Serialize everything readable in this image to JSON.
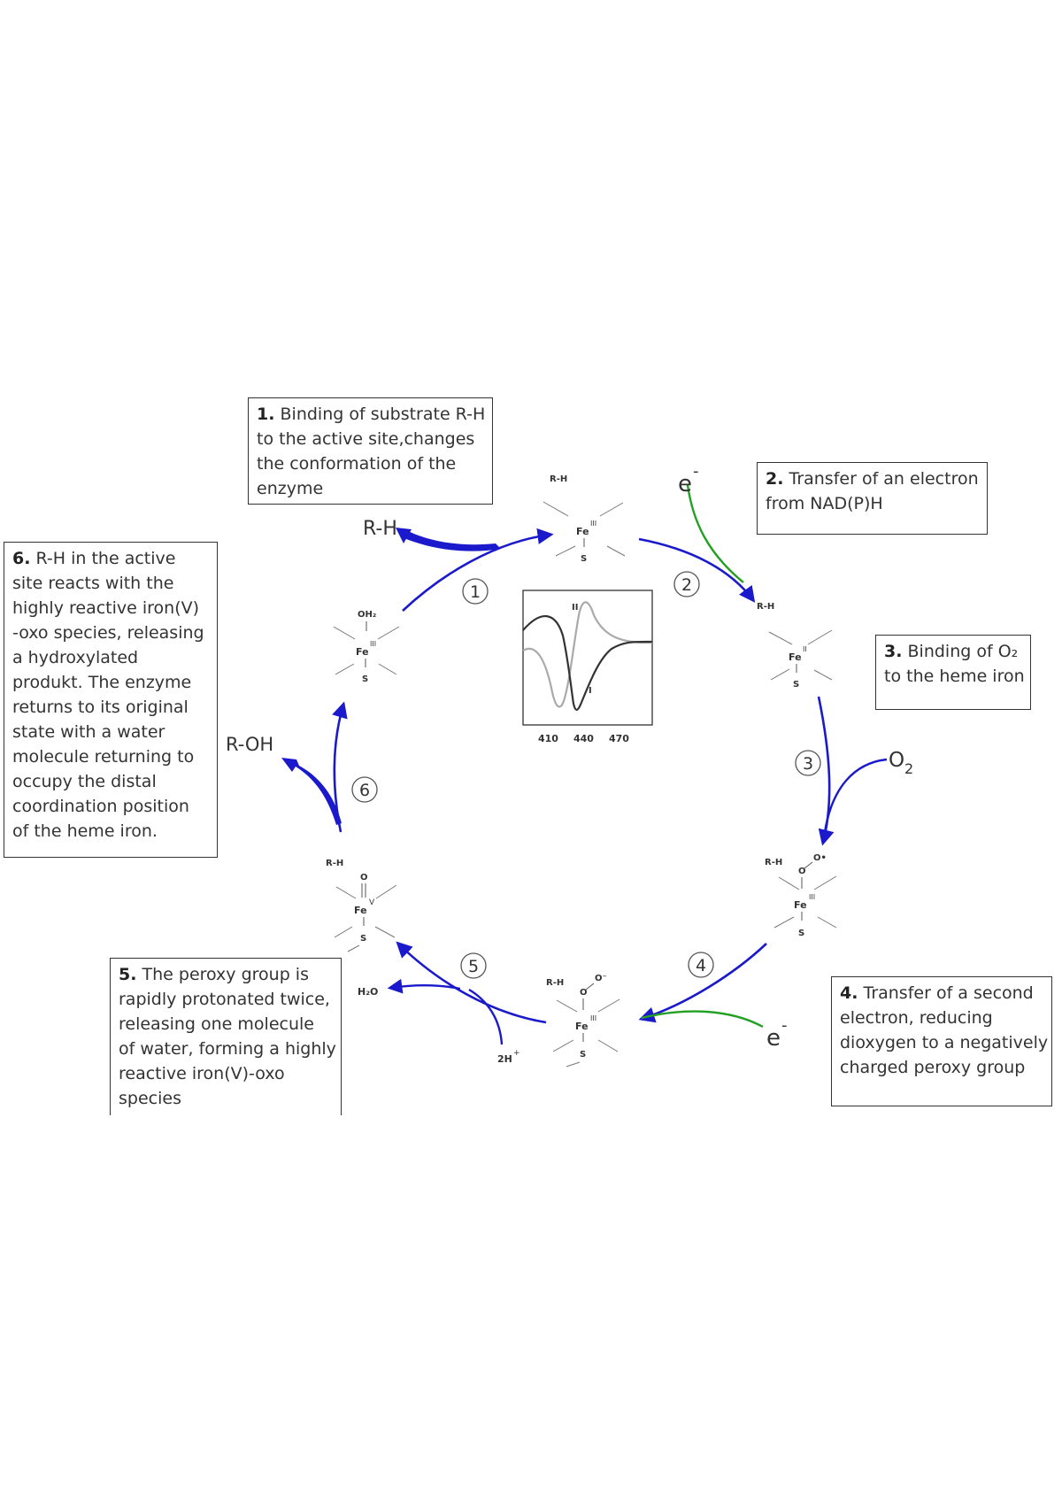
{
  "steps": {
    "step1": {
      "num": "1.",
      "lines": [
        "Binding of substrate R-H",
        "to the active site,changes",
        "the conformation of the",
        "enzyme"
      ]
    },
    "step2": {
      "num": "2.",
      "lines": [
        "Transfer of an electron",
        "from NAD(P)H"
      ]
    },
    "step3": {
      "num": "3.",
      "lines": [
        "Binding of O₂",
        "to the heme iron"
      ]
    },
    "step4": {
      "num": "4.",
      "lines": [
        "Transfer of a second",
        "electron, reducing",
        "dioxygen to a negatively",
        "charged peroxy group"
      ]
    },
    "step5": {
      "num": "5.",
      "lines": [
        "The peroxy group is",
        "rapidly protonated twice,",
        "releasing one molecule",
        "of water, forming a highly",
        "reactive iron(V)-oxo",
        "species"
      ]
    },
    "step6": {
      "num": "6.",
      "lines": [
        "R-H in the active",
        "site reacts with the",
        "highly reactive iron(V)",
        "-oxo species, releasing",
        "a hydroxylated",
        "produkt. The enzyme",
        "returns to its original",
        "state with a water",
        "molecule returning to",
        "occupy the distal",
        "coordination position",
        "of the heme iron."
      ]
    }
  },
  "reactants": {
    "rh_in": "R-H",
    "roh_out": "R-OH",
    "e1": "e",
    "e1_sup": "-",
    "e2": "e",
    "e2_sup": "-",
    "o2": "O",
    "o2_sub": "2",
    "h2o": "H₂O",
    "two_h": "2H",
    "two_h_sup": "+"
  },
  "circle_numbers": [
    "1",
    "2",
    "3",
    "4",
    "5",
    "6"
  ],
  "complexes": {
    "top": {
      "ligand": "R-H",
      "metal": "Fe",
      "ox": "III",
      "axial": "S"
    },
    "right_upper": {
      "ligand": "R-H",
      "metal": "Fe",
      "ox": "II",
      "axial": "S"
    },
    "right_lower": {
      "ligand": "R-H",
      "o_top": "O",
      "o_radical": "O•",
      "metal": "Fe",
      "ox": "III",
      "axial": "S"
    },
    "bottom": {
      "ligand": "R-H",
      "o_top": "O",
      "o_anion": "O⁻",
      "metal": "Fe",
      "ox": "III",
      "axial": "S"
    },
    "left_lower": {
      "ligand": "R-H",
      "oxo": "O",
      "metal": "Fe",
      "ox": "V",
      "axial": "S"
    },
    "left_upper": {
      "water": "OH₂",
      "metal": "Fe",
      "ox": "III",
      "axial": "S"
    }
  },
  "spectrum": {
    "ticks": [
      "410",
      "440",
      "470"
    ],
    "curve_labels": [
      "II",
      "I"
    ]
  },
  "colors": {
    "cycle_arrow": "#1a1acc",
    "electron_arrow": "#22a022",
    "text": "#333333"
  }
}
